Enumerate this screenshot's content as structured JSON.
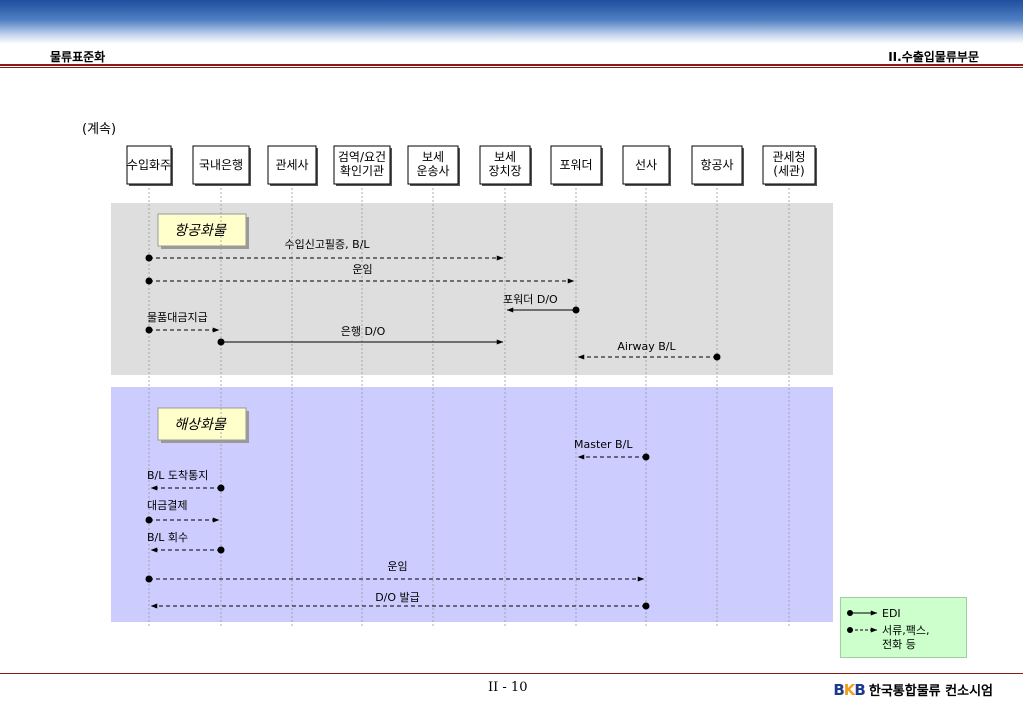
{
  "header": {
    "left_title": "물류표준화",
    "right_title": "II.수출입물류부문"
  },
  "continued_label": "(계속)",
  "columns": [
    {
      "label": "수입화주"
    },
    {
      "label": "국내은행"
    },
    {
      "label": "관세사"
    },
    {
      "label": "검역/요건\n확인기관"
    },
    {
      "label": "보세\n운송사"
    },
    {
      "label": "보세\n장치장"
    },
    {
      "label": "포워더"
    },
    {
      "label": "선사"
    },
    {
      "label": "항공사"
    },
    {
      "label": "관세청\n(세관)"
    }
  ],
  "sections": [
    {
      "title": "항공화물",
      "fill": "#dedede",
      "messages": [
        {
          "label": "수입신고필증, B/L",
          "from": 0,
          "to": 5,
          "style": "dashed"
        },
        {
          "label": "운임",
          "from": 0,
          "to": 6,
          "style": "dashed"
        },
        {
          "label": "포워더 D/O",
          "from": 6,
          "to": 5,
          "style": "solid"
        },
        {
          "label": "물품대금지급",
          "from": 0,
          "to": 1,
          "style": "dashed"
        },
        {
          "label": "은행 D/O",
          "from": 1,
          "to": 5,
          "style": "solid"
        },
        {
          "label": "Airway B/L",
          "from": 8,
          "to": 6,
          "style": "dashed"
        }
      ]
    },
    {
      "title": "해상화물",
      "fill": "#ccccff",
      "messages": [
        {
          "label": "Master B/L",
          "from": 7,
          "to": 6,
          "style": "dashed"
        },
        {
          "label": "B/L 도착통지",
          "from": 1,
          "to": 0,
          "style": "dashed"
        },
        {
          "label": "대금결제",
          "from": 0,
          "to": 1,
          "style": "dashed"
        },
        {
          "label": "B/L 회수",
          "from": 1,
          "to": 0,
          "style": "dashed"
        },
        {
          "label": "운임",
          "from": 0,
          "to": 7,
          "style": "dashed"
        },
        {
          "label": "D/O 발급",
          "from": 7,
          "to": 0,
          "style": "dashed"
        }
      ]
    }
  ],
  "legend": {
    "items": [
      {
        "label": "EDI",
        "style": "solid"
      },
      {
        "label": "서류,팩스,\n전화 등",
        "style": "dashed"
      }
    ]
  },
  "footer": {
    "page": "II - 10",
    "logo": "BKB",
    "org": "한국통합물류 컨소시엄"
  },
  "colors": {
    "band": "#1f4f9e",
    "rule": "#8b1a1a",
    "air_section": "#dedede",
    "sea_section": "#ccccff",
    "title_box": "#ffffcc",
    "legend_box": "#ccffcc"
  }
}
